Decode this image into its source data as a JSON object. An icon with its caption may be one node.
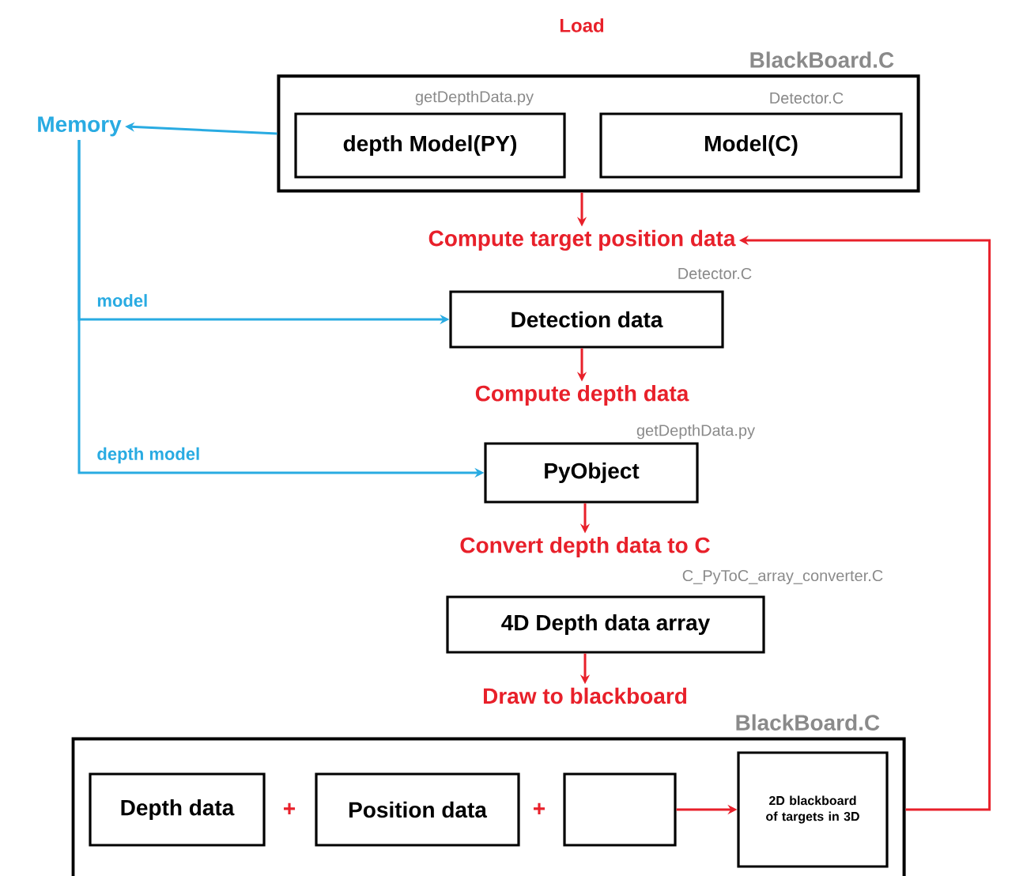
{
  "diagram": {
    "nodes": [
      {
        "text": [
          "BlackBoard.C"
        ]
      },
      {
        "text": [
          "depth Model(PY)"
        ],
        "beside": [
          "getDepthData.py"
        ],
        "in": 0
      },
      {
        "text": [
          "Model(C)"
        ],
        "beside": [
          "Detector.C"
        ],
        "in": 0
      },
      {
        "text": [
          "Memory"
        ]
      },
      {
        "text": [
          "Compute target position data"
        ]
      },
      {
        "text": [
          "Detection data"
        ],
        "beside": [
          "Detector.C"
        ]
      },
      {
        "text": [
          "Compute depth data"
        ]
      },
      {
        "text": [
          "PyObject"
        ],
        "beside": [
          "getDepthData.py"
        ]
      },
      {
        "text": [
          "Convert depth data to C"
        ]
      },
      {
        "text": [
          "4D Depth data array"
        ],
        "beside": [
          "C_PyToC_array_converter.C"
        ]
      },
      {
        "text": [
          "Draw to blackboard"
        ]
      },
      {
        "text": [
          "BlackBoard.C"
        ]
      },
      {
        "text": [
          "Depth data"
        ],
        "in": 11
      },
      {
        "text": [
          "Position data"
        ],
        "in": 11
      },
      {
        "text": [],
        "shape": "box",
        "in": 11
      },
      {
        "text": [
          "2D blackboard of targets in 3D"
        ],
        "in": 11
      }
    ],
    "edges": [
      {
        "from": 0,
        "to": 3,
        "arrow": "to",
        "color": "#29abe2"
      },
      {
        "from": 0,
        "to": 4,
        "arrow": "to"
      },
      {
        "from": 3,
        "to": 5,
        "arrow": "to",
        "label": "model",
        "color": "#29abe2"
      },
      {
        "from": 3,
        "to": 7,
        "arrow": "to",
        "label": "depth model",
        "color": "#29abe2"
      },
      {
        "from": 5,
        "to": 6,
        "arrow": "to"
      },
      {
        "from": 7,
        "to": 8,
        "arrow": "to"
      },
      {
        "from": 9,
        "to": 10,
        "arrow": "to"
      },
      {
        "from": 14,
        "to": 15,
        "arrow": "to"
      },
      {
        "from": 11,
        "to": 4,
        "arrow": "to"
      }
    ],
    "labels": [
      "Load",
      "+",
      "+"
    ]
  }
}
